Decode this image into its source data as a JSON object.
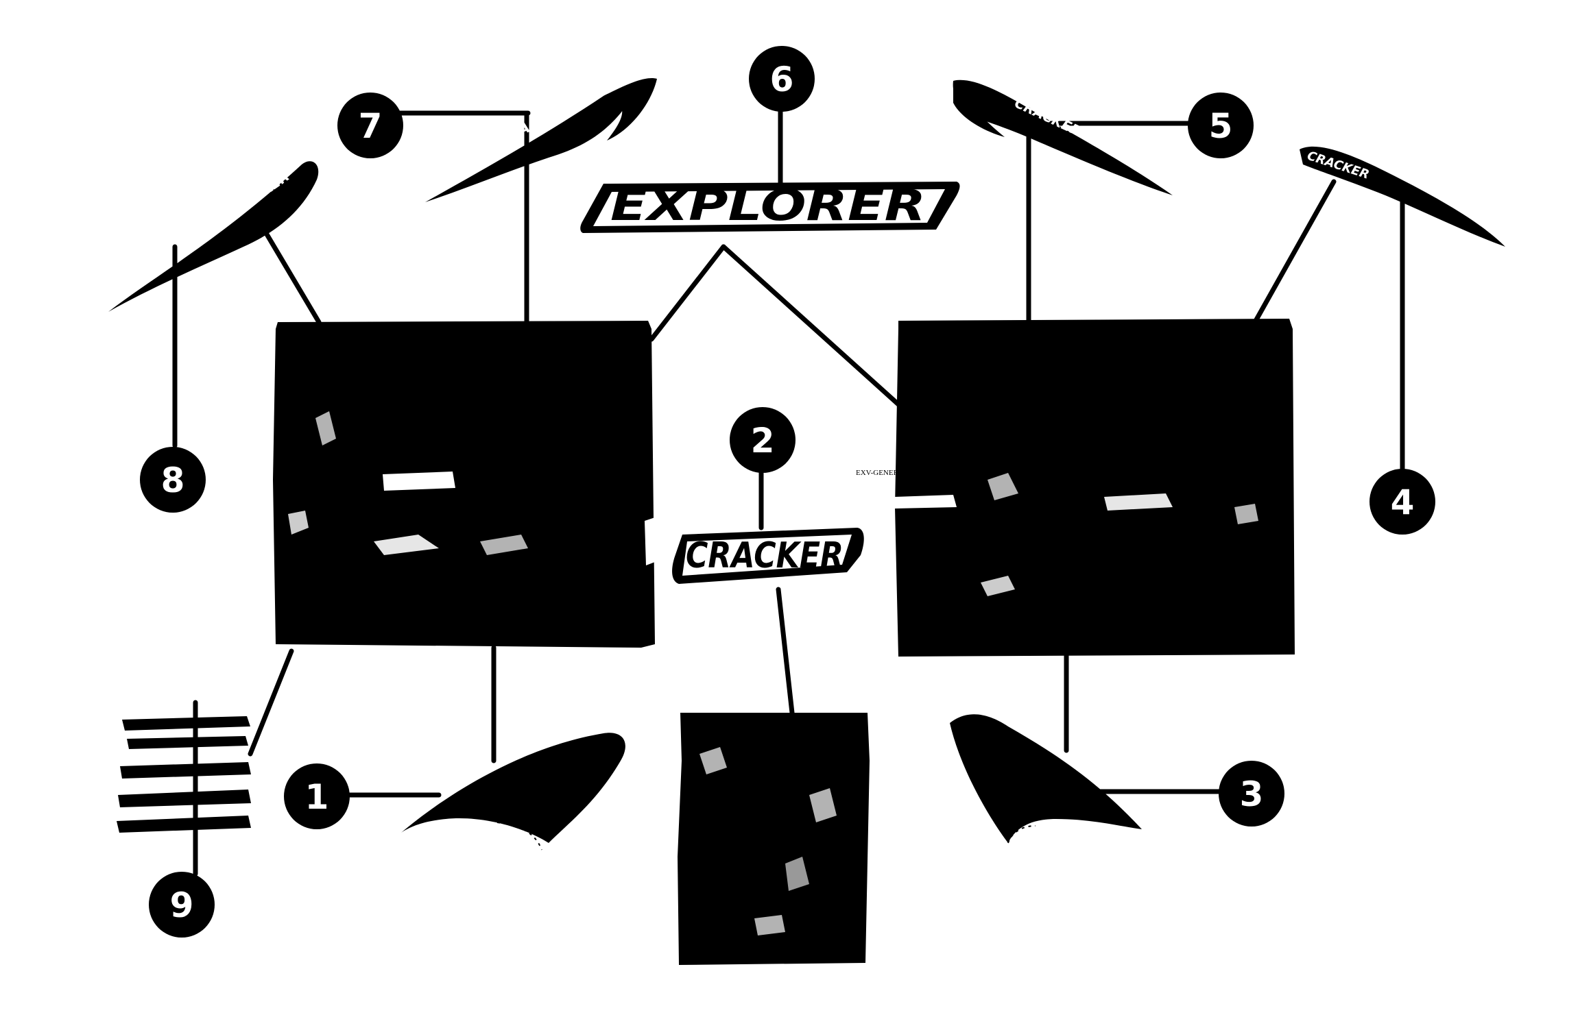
{
  "colors": {
    "ink": "#000000",
    "paper": "#ffffff"
  },
  "decals": {
    "explorer_logo": "EXPLORER",
    "cracker_logo": "CRACKER",
    "left_strip_text": "CRACKER",
    "right_strip_text": "CRACKER",
    "small_code": "EXV-GENER"
  },
  "callouts": [
    {
      "id": "1",
      "label": "1"
    },
    {
      "id": "2",
      "label": "2"
    },
    {
      "id": "3",
      "label": "3"
    },
    {
      "id": "4",
      "label": "4"
    },
    {
      "id": "5",
      "label": "5"
    },
    {
      "id": "6",
      "label": "6"
    },
    {
      "id": "7",
      "label": "7"
    },
    {
      "id": "8",
      "label": "8"
    },
    {
      "id": "9",
      "label": "9"
    }
  ]
}
